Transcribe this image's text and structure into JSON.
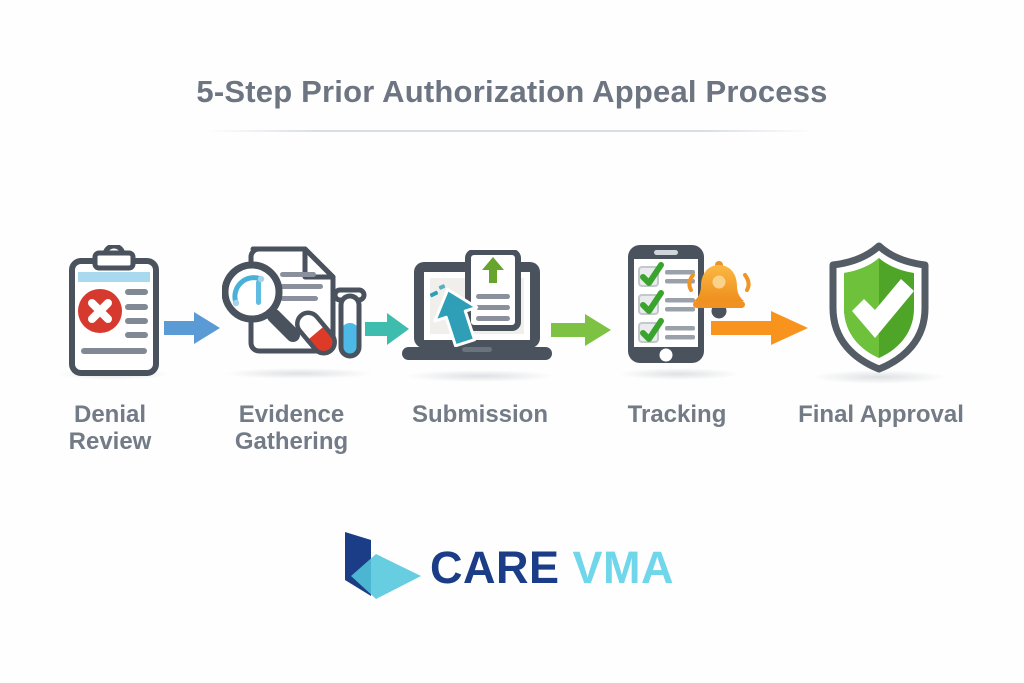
{
  "title": "5-Step Prior Authorization Appeal Process",
  "steps": [
    {
      "label": "Denial Review",
      "icon": "denial-clipboard-icon"
    },
    {
      "label": "Evidence Gathering",
      "icon": "evidence-magnifier-icon"
    },
    {
      "label": "Submission",
      "icon": "laptop-upload-icon"
    },
    {
      "label": "Tracking",
      "icon": "phone-checklist-bell-icon"
    },
    {
      "label": "Final Approval",
      "icon": "shield-check-icon"
    }
  ],
  "arrows": [
    {
      "color": "#5b9bd5"
    },
    {
      "color": "#3ebcad"
    },
    {
      "color": "#7dc242"
    },
    {
      "color": "#f8941e"
    }
  ],
  "logo": {
    "primary": "CARE",
    "secondary": "VMA",
    "primary_color": "#1b3c87",
    "secondary_color": "#70d6e9",
    "mark_navy": "#1b3c87",
    "mark_cyan": "#52c6dd"
  },
  "palette": {
    "title_text": "#6d7582",
    "label_text": "#737b87",
    "icon_outline": "#4a525e",
    "denial_red": "#d6392e",
    "approval_green_light": "#6dc13b",
    "approval_green_dark": "#4fa527",
    "bell_orange": "#f5a226",
    "accent_blue": "#4fb3dc",
    "tube_blue": "#4cb9e7",
    "upload_teal": "#2f9fb8"
  }
}
